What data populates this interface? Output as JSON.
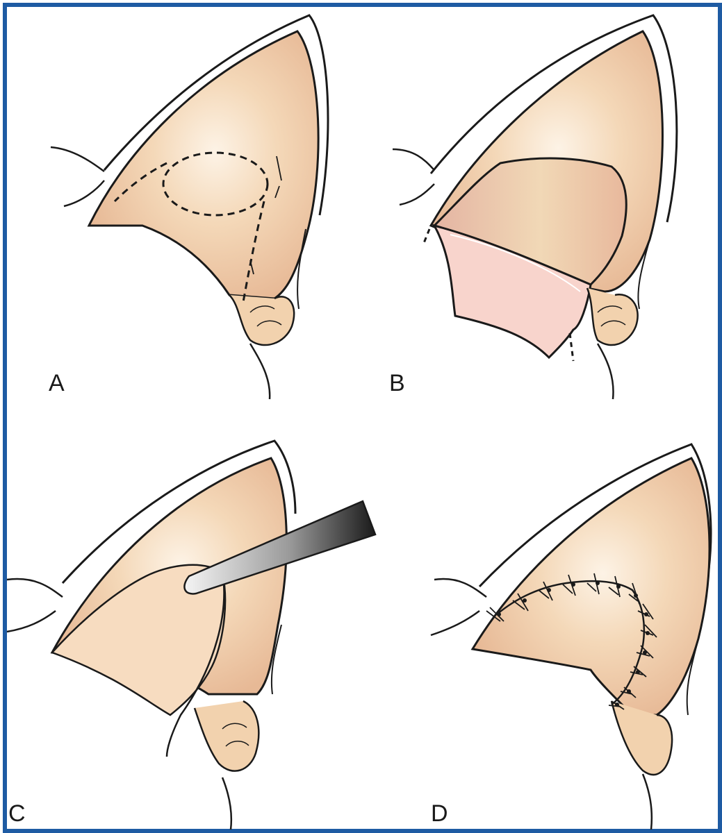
{
  "panels": [
    {
      "label": "A"
    },
    {
      "label": "B"
    },
    {
      "label": "C"
    },
    {
      "label": "D"
    }
  ],
  "colors": {
    "frame": "#1e5ba3",
    "skin": "#f2d2ae",
    "skin_shadow": "#dba88a",
    "skin_highlight": "#fbeedd",
    "flap_pink": "#f8d4cc",
    "flap_tan": "#e8c4a8",
    "outline": "#1a1a1a",
    "instrument_light": "#e6e6e6",
    "instrument_dark": "#2a2a2a"
  },
  "icons": [
    "ear-pinna",
    "suture-line",
    "instrument-probe"
  ]
}
